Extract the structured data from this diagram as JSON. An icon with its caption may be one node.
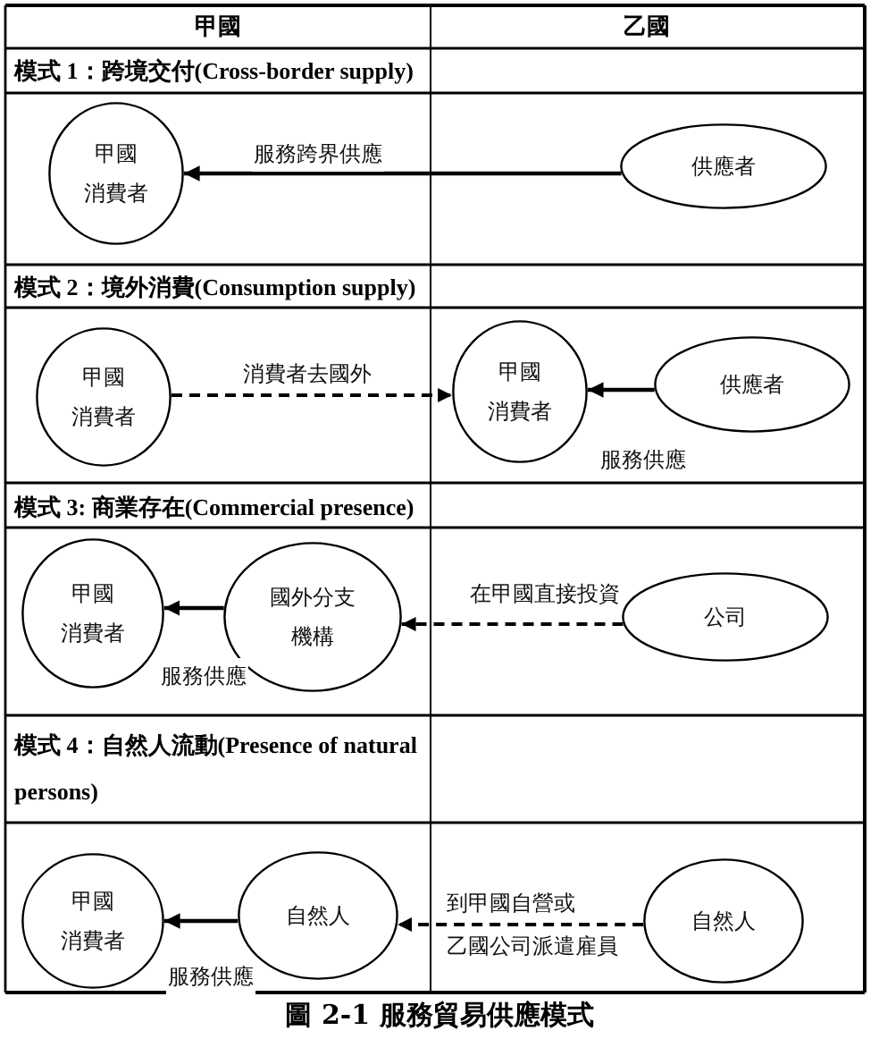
{
  "diagram": {
    "caption": "圖 2-1 服務貿易供應模式",
    "nodes": [
      {
        "text": [
          "甲國消費者"
        ]
      },
      {
        "text": [
          "供應者"
        ]
      },
      {
        "text": [
          "甲國消費者"
        ]
      },
      {
        "text": [
          "甲國消費者"
        ]
      },
      {
        "text": [
          "供應者"
        ]
      },
      {
        "text": [
          "甲國消費者"
        ]
      },
      {
        "text": [
          "國外分支機構"
        ]
      },
      {
        "text": [
          "公司"
        ]
      },
      {
        "text": [
          "甲國消費者"
        ]
      },
      {
        "text": [
          "自然人"
        ]
      },
      {
        "text": [
          "自然人"
        ]
      }
    ],
    "edges": [
      {
        "from": 1,
        "to": 0,
        "arrow": "to",
        "label": "服務跨界供應"
      },
      {
        "from": 2,
        "to": 3,
        "arrow": "to",
        "style": "dashed",
        "label": "消費者去國外"
      },
      {
        "from": 4,
        "to": 3,
        "arrow": "to",
        "label": "服務供應"
      },
      {
        "from": 6,
        "to": 5,
        "arrow": "to",
        "label": "服務供應"
      },
      {
        "from": 7,
        "to": 6,
        "arrow": "to",
        "style": "dashed",
        "label": "在甲國直接投資"
      },
      {
        "from": 9,
        "to": 8,
        "arrow": "to",
        "label": "服務供應"
      },
      {
        "from": 10,
        "to": 9,
        "arrow": "to",
        "style": "dashed",
        "label": "到甲國自營或乙國公司派遣雇員"
      }
    ],
    "labels": [
      "甲國",
      "乙國",
      "模式 1：跨境交付(Cross-border supply)",
      "模式 2：境外消費(Consumption supply)",
      "模式 3: 商業存在(Commercial presence)",
      "模式 4：自然人流動(Presence of natural persons)"
    ]
  }
}
